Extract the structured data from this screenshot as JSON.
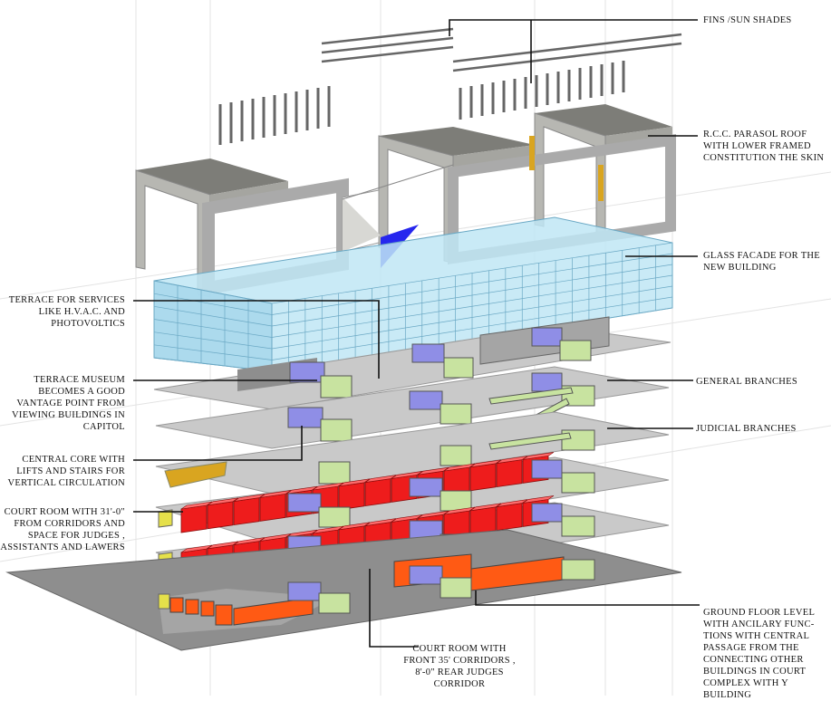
{
  "labels": {
    "fins": "FINS /SUN SHADES",
    "parasol": "R.C.C. PARASOL ROOF\nWITH LOWER FRAMED\nCONSTITUTION THE SKIN",
    "glass": "GLASS FACADE FOR THE\nNEW BUILDING",
    "terrace_services": "TERRACE FOR SERVICES\nLIKE H.V.A.C. AND\nPHOTOVOLTICS",
    "terrace_museum": "TERRACE MUSEUM\nBECOMES A GOOD\nVANTAGE POINT FROM\nVIEWING BUILDINGS IN\nCAPITOL",
    "general": "GENERAL BRANCHES",
    "judicial": "JUDICIAL BRANCHES",
    "core": "CENTRAL CORE WITH\nLIFTS AND STAIRS FOR\nVERTICAL CIRCULATION",
    "courtroom_31": "COURT ROOM WITH 31'-0\"\nFROM CORRIDORS AND\nSPACE FOR JUDGES ,\nASSISTANTS AND LAWERS",
    "ground": "GROUND FLOOR LEVEL\nWITH ANCILARY FUNC-\nTIONS WITH CENTRAL\nPASSAGE FROM THE\nCONNECTING OTHER\nBUILDINGS IN COURT\nCOMPLEX WITH Y\nBUILDING",
    "courtroom_35": "COURT ROOM WITH\nFRONT 35' CORRIDORS ,\n8'-0\" REAR JUDGES\nCORRIDOR"
  },
  "colors": {
    "slab": "#c9c9c9",
    "slab_dark": "#8e8e8e",
    "concrete": "#b4b4b0",
    "glass": "#bfe6f5",
    "glass_line": "#6aa8c4",
    "courtroom": "#ee1c1c",
    "ground_room": "#ff5a14",
    "core": "#8f8ee6",
    "stair": "#c8e3a0",
    "accent_blue": "#2626ee",
    "gold": "#d9a520"
  }
}
